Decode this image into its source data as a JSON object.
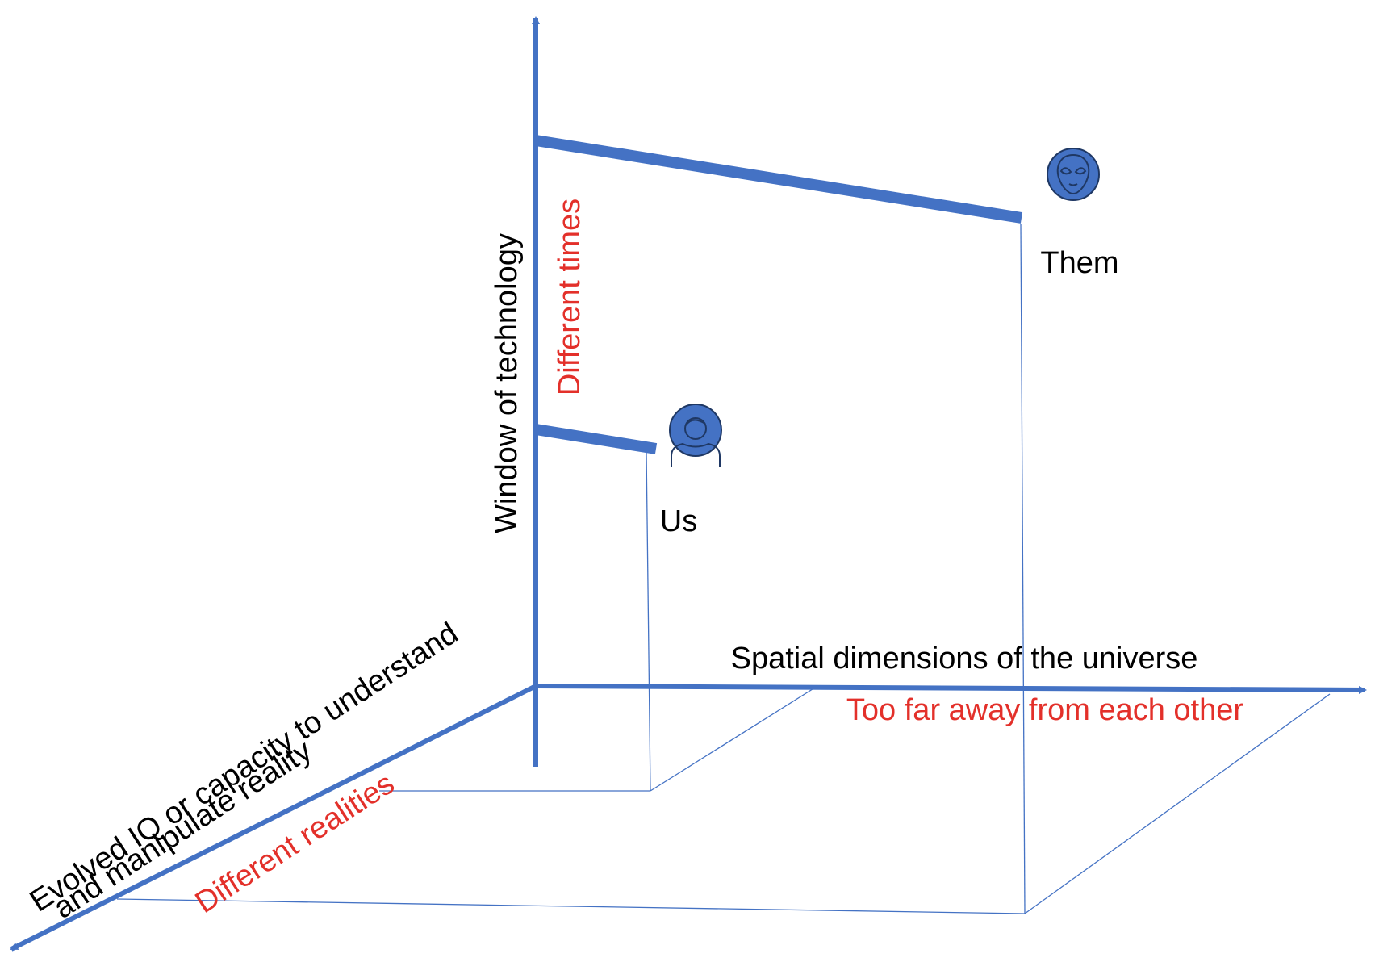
{
  "colors": {
    "axis": "#4472c4",
    "thin_line": "#4472c4",
    "icon_fill": "#4472c4",
    "label_black": "#000000",
    "label_red": "#e3302a"
  },
  "axes": {
    "vertical": {
      "label": "Window of technology",
      "note": "Different times"
    },
    "horizontal": {
      "label": "Spatial dimensions of the universe",
      "note": "Too far away from each other"
    },
    "depth": {
      "label_line1": "Evolved IQ or capacity to understand",
      "label_line2": "and manipulate reality",
      "note": "Different realities"
    }
  },
  "entities": {
    "us": {
      "label": "Us",
      "icon": "person-icon"
    },
    "them": {
      "label": "Them",
      "icon": "alien-icon"
    }
  }
}
